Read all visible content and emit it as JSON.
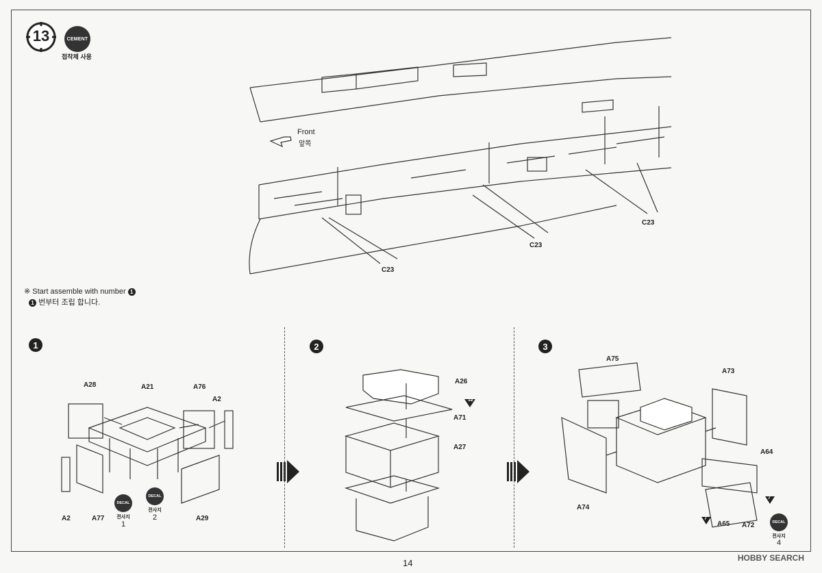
{
  "step": {
    "number": "13"
  },
  "cement": {
    "label": "CEMENT",
    "korean": "접착제 사용"
  },
  "hull": {
    "front_en": "Front",
    "front_ko": "앞쪽",
    "callouts": [
      "C23",
      "C23",
      "C23"
    ]
  },
  "note": {
    "english": "※ Start assemble with number",
    "korean": "번부터 조립 합니다."
  },
  "substeps": {
    "one": {
      "marker": "1",
      "parts": [
        "A28",
        "A21",
        "A76",
        "A2",
        "A2",
        "A77",
        "A29"
      ],
      "decals": [
        {
          "label": "DECAL",
          "korean": "전사지",
          "num": "1"
        },
        {
          "label": "DECAL",
          "korean": "전사지",
          "num": "2"
        }
      ]
    },
    "two": {
      "marker": "2",
      "parts": [
        "A26",
        "A71",
        "A27"
      ],
      "flag": "12"
    },
    "three": {
      "marker": "3",
      "parts": [
        "A75",
        "A73",
        "A64",
        "A74",
        "A65",
        "A72"
      ],
      "decals": [
        {
          "label": "DECAL",
          "korean": "전사지",
          "num": "4"
        }
      ],
      "flag_a": "7",
      "flag_b": "7"
    }
  },
  "page": {
    "number": "14"
  },
  "watermark": {
    "text": "HOBBY SEARCH"
  }
}
